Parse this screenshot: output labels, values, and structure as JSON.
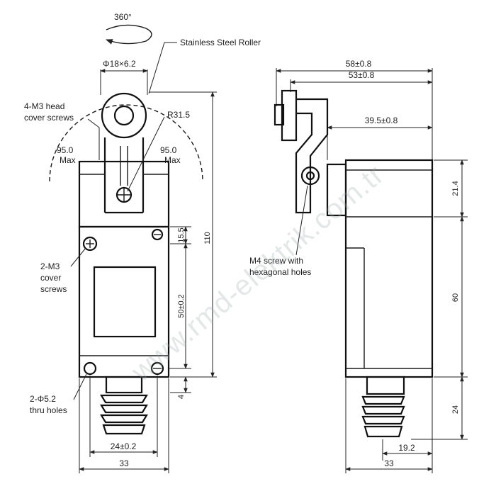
{
  "front": {
    "rotation": "360°",
    "roller_size": "Φ18×6.2",
    "roller_note": "Stainless Steel Roller",
    "head_screws": [
      "4-M3 head",
      "cover screws"
    ],
    "radius": "R31.5",
    "angle_left": [
      "95.0",
      "Max"
    ],
    "angle_right": [
      "95.0",
      "Max"
    ],
    "cover_screws": [
      "2-M3",
      "cover",
      "screws"
    ],
    "thru_holes": [
      "2-Φ5.2",
      "thru holes"
    ],
    "dim_15_5": "15.5",
    "dim_110": "110",
    "dim_50": "50±0.2",
    "dim_4": "4",
    "dim_24": "24±0.2",
    "dim_33": "33"
  },
  "side": {
    "dim_58": "58±0.8",
    "dim_53": "53±0.8",
    "dim_39_5": "39.5±0.8",
    "screw_note": [
      "M4 screw with",
      "hexagonal holes"
    ],
    "dim_21_4": "21.4",
    "dim_60": "60",
    "dim_24": "24",
    "dim_19_2": "19.2",
    "dim_33": "33"
  },
  "watermark": "www.rmd-elektrik.com.tr"
}
